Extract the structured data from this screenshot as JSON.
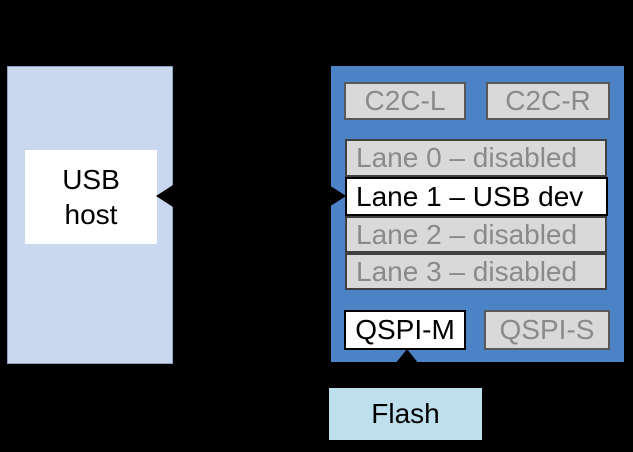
{
  "colors": {
    "background": "#000000",
    "host_panel_fill": "#C9D8EE",
    "host_panel_border": "#8CA2C0",
    "chip_fill": "#4C82C6",
    "chip_border": "#000000",
    "active_fill": "#FFFFFF",
    "active_text": "#000000",
    "active_border": "#000000",
    "disabled_fill": "#D9D9D9",
    "disabled_text": "#8A8A8A",
    "disabled_border": "#595959",
    "lane_border": "#404040",
    "flash_fill": "#BEE0EC",
    "flash_border": "#000000",
    "arrow_color": "#000000"
  },
  "host": {
    "label": "USB\nhost"
  },
  "chip": {
    "c2c_blocks": [
      {
        "label": "C2C-L",
        "state": "disabled"
      },
      {
        "label": "C2C-R",
        "state": "disabled"
      }
    ],
    "lanes": [
      {
        "label": "Lane 0 – disabled",
        "state": "disabled"
      },
      {
        "label": "Lane 1 – USB dev",
        "state": "active"
      },
      {
        "label": "Lane 2 – disabled",
        "state": "disabled"
      },
      {
        "label": "Lane 3 – disabled",
        "state": "disabled"
      }
    ],
    "qspi_blocks": [
      {
        "label": "QSPI-M",
        "state": "active"
      },
      {
        "label": "QSPI-S",
        "state": "disabled"
      }
    ]
  },
  "flash": {
    "label": "Flash"
  },
  "icons": {
    "usb_link": "double-headed-horizontal-arrow",
    "flash_link": "up-arrow"
  }
}
